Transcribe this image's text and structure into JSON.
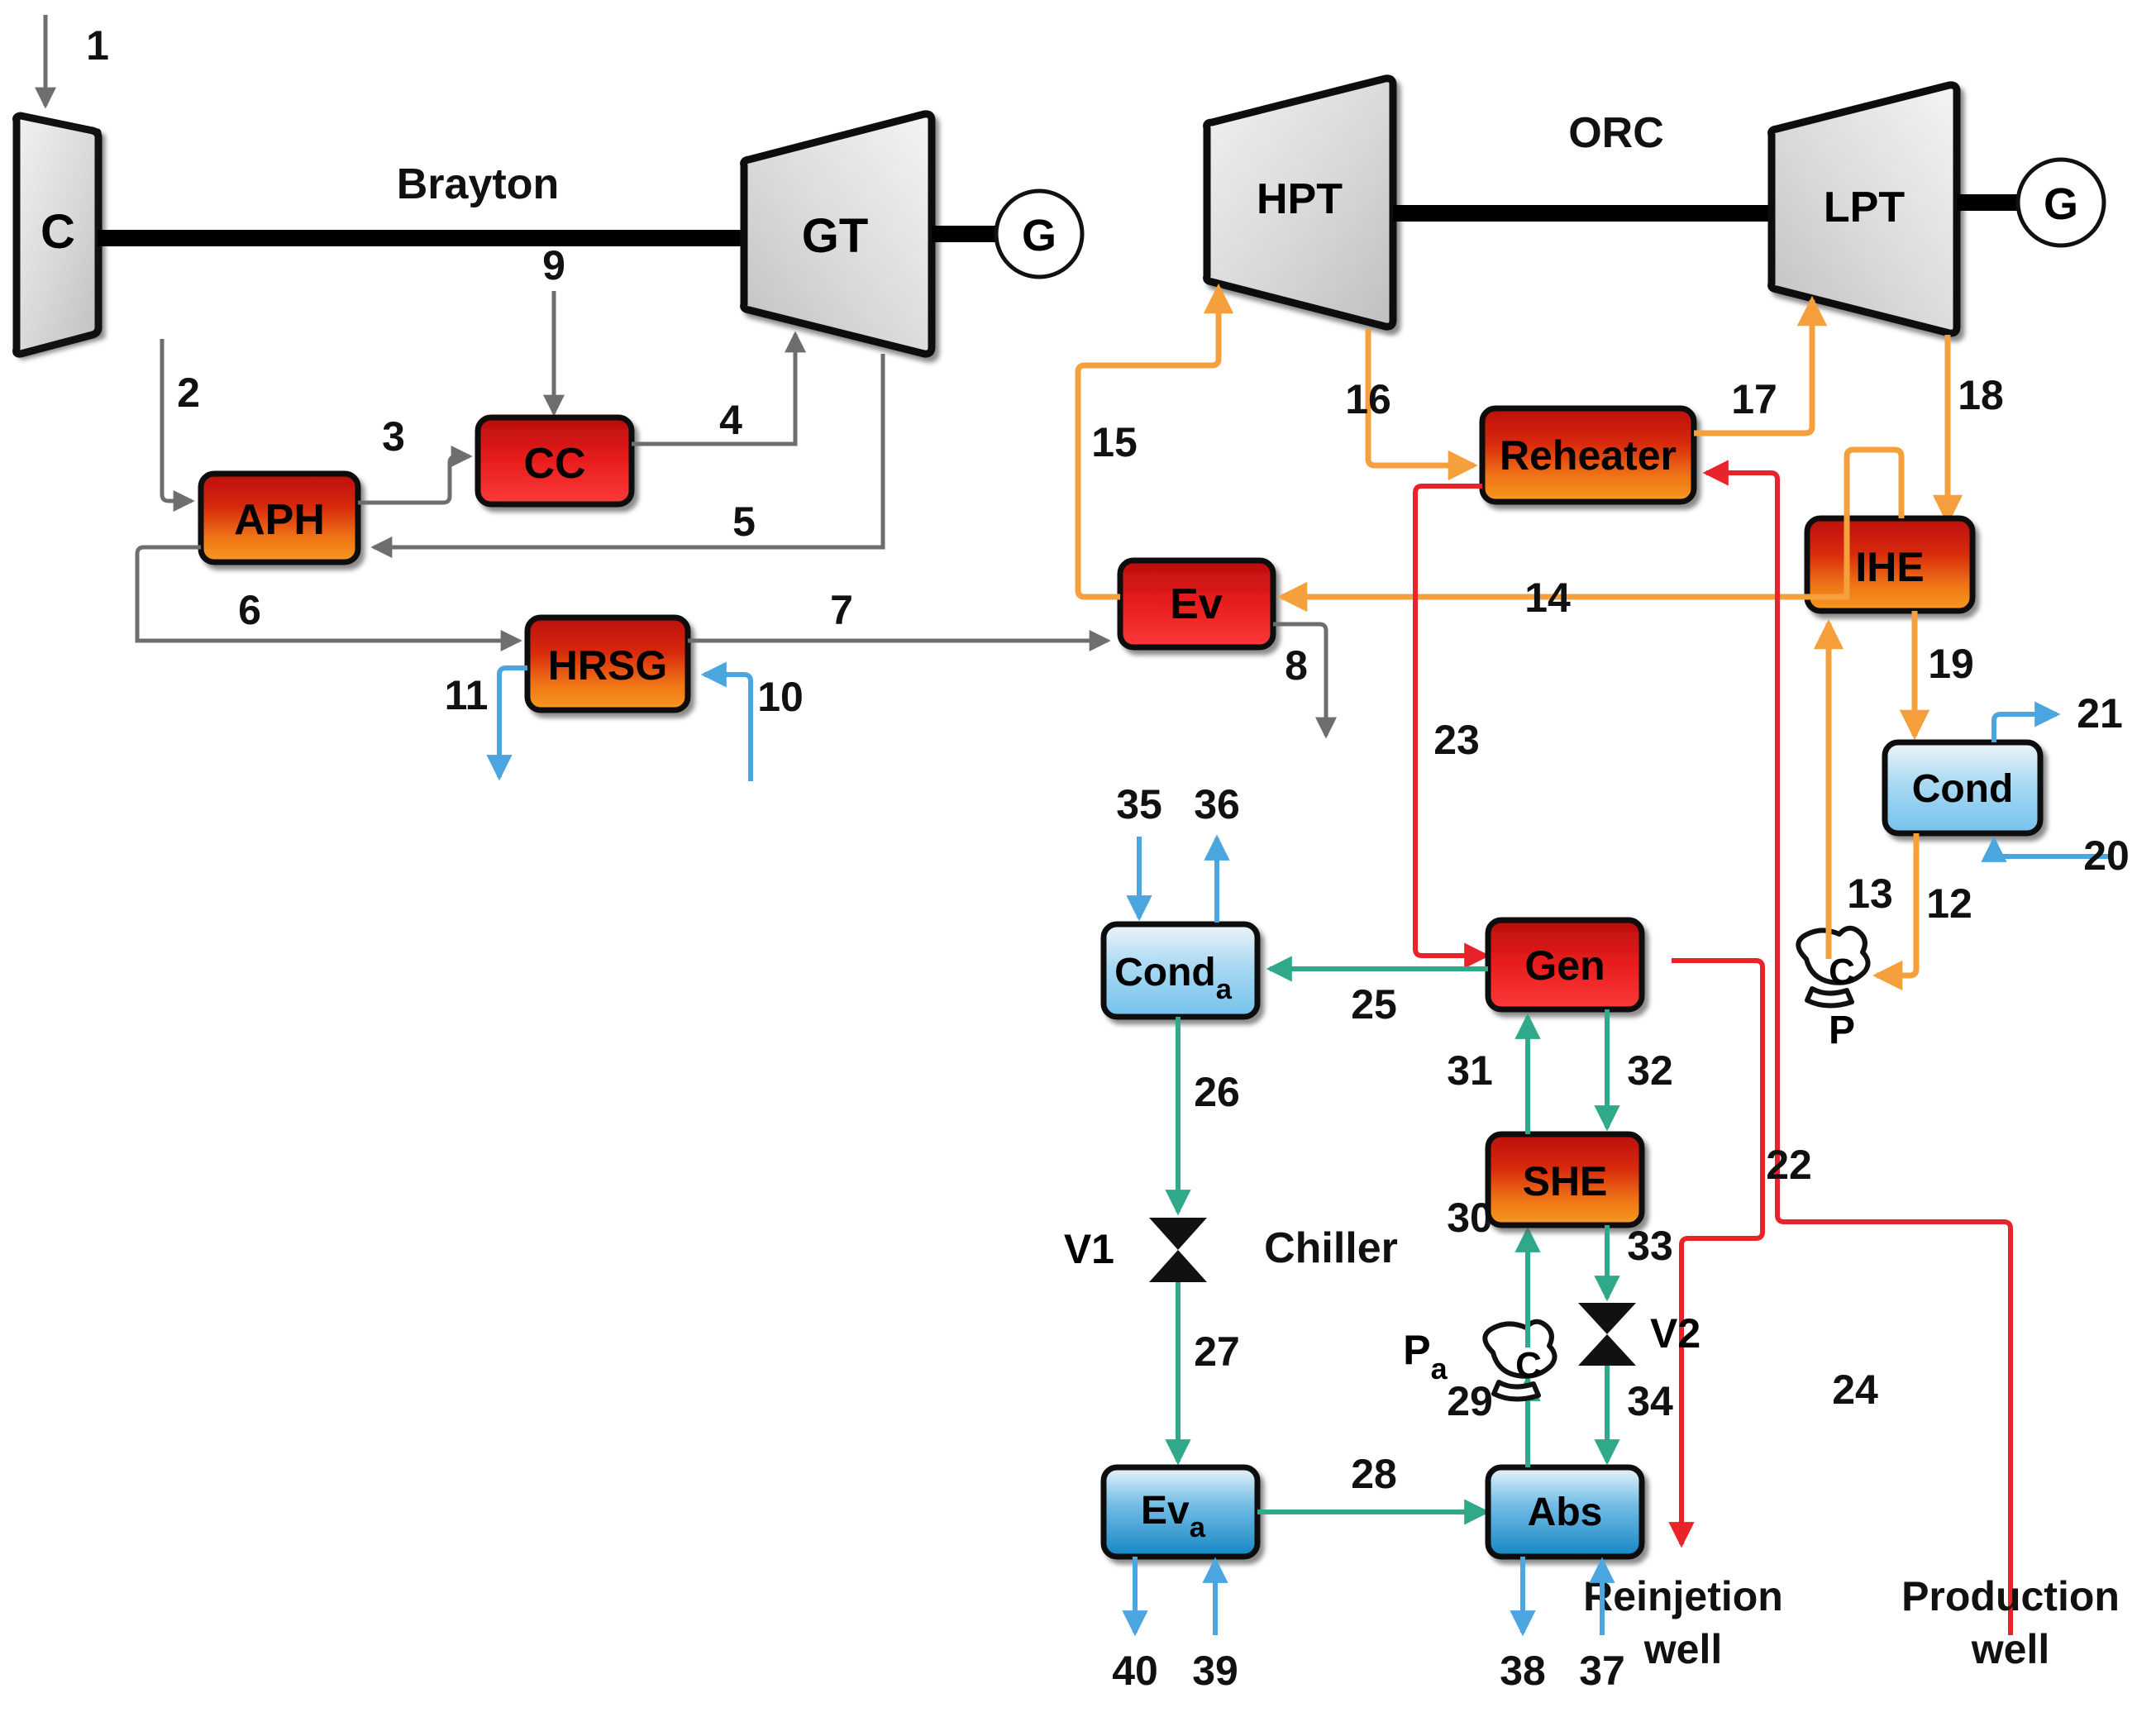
{
  "figure": {
    "title": "Combined Brayton / ORC / Absorption-Chiller geothermal cogeneration plant flow diagram",
    "cycles": [
      {
        "id": "brayton",
        "label": "Brayton"
      },
      {
        "id": "orc",
        "label": "ORC"
      },
      {
        "id": "chiller",
        "label": "Chiller"
      }
    ]
  },
  "components": {
    "compressor": {
      "label": "C",
      "kind": "compressor"
    },
    "gas_turbine": {
      "label": "GT",
      "kind": "turbine"
    },
    "generator_1": {
      "label": "G",
      "kind": "generator"
    },
    "generator_2": {
      "label": "G",
      "kind": "generator"
    },
    "combustor": {
      "label": "CC",
      "kind": "heat-red"
    },
    "air_preheater": {
      "label": "APH",
      "kind": "heat-red-orange"
    },
    "hrsg": {
      "label": "HRSG",
      "kind": "heat-red-orange"
    },
    "evaporator": {
      "label": "Ev",
      "kind": "heat-red"
    },
    "hpt": {
      "label": "HPT",
      "kind": "turbine"
    },
    "lpt": {
      "label": "LPT",
      "kind": "turbine"
    },
    "reheater": {
      "label": "Reheater",
      "kind": "heat-red-orange"
    },
    "ihe": {
      "label": "IHE",
      "kind": "heat-red-orange"
    },
    "condenser": {
      "label": "Cond",
      "kind": "cold-blue"
    },
    "pump_orc": {
      "label": "P",
      "kind": "pump"
    },
    "generator_abs": {
      "label": "Gen",
      "kind": "heat-red"
    },
    "she": {
      "label": "SHE",
      "kind": "heat-red-orange"
    },
    "cond_a": {
      "label": "Cond",
      "sub": "a",
      "kind": "cold-blue"
    },
    "ev_a": {
      "label": "Ev",
      "sub": "a",
      "kind": "cold-blue"
    },
    "absorber": {
      "label": "Abs",
      "kind": "cold-blue"
    },
    "valve_1": {
      "label": "V1",
      "kind": "valve"
    },
    "valve_2": {
      "label": "V2",
      "kind": "valve"
    },
    "pump_abs": {
      "label": "P",
      "sub": "a",
      "kind": "pump"
    }
  },
  "streams": [
    {
      "n": "1"
    },
    {
      "n": "2"
    },
    {
      "n": "3"
    },
    {
      "n": "4"
    },
    {
      "n": "5"
    },
    {
      "n": "6"
    },
    {
      "n": "7"
    },
    {
      "n": "8"
    },
    {
      "n": "9"
    },
    {
      "n": "10"
    },
    {
      "n": "11"
    },
    {
      "n": "12"
    },
    {
      "n": "13"
    },
    {
      "n": "14"
    },
    {
      "n": "15"
    },
    {
      "n": "16"
    },
    {
      "n": "17"
    },
    {
      "n": "18"
    },
    {
      "n": "19"
    },
    {
      "n": "20"
    },
    {
      "n": "21"
    },
    {
      "n": "22"
    },
    {
      "n": "23"
    },
    {
      "n": "24"
    },
    {
      "n": "25"
    },
    {
      "n": "26"
    },
    {
      "n": "27"
    },
    {
      "n": "28"
    },
    {
      "n": "29"
    },
    {
      "n": "30"
    },
    {
      "n": "31"
    },
    {
      "n": "32"
    },
    {
      "n": "33"
    },
    {
      "n": "34"
    },
    {
      "n": "35"
    },
    {
      "n": "36"
    },
    {
      "n": "37"
    },
    {
      "n": "38"
    },
    {
      "n": "39"
    },
    {
      "n": "40"
    }
  ],
  "stream_labels": {
    "s1": "1",
    "s2": "2",
    "s3": "3",
    "s4": "4",
    "s5": "5",
    "s6": "6",
    "s7": "7",
    "s8": "8",
    "s9": "9",
    "s10": "10",
    "s11": "11",
    "s12": "12",
    "s13": "13",
    "s14": "14",
    "s15": "15",
    "s16": "16",
    "s17": "17",
    "s18": "18",
    "s19": "19",
    "s20": "20",
    "s21": "21",
    "s22": "22",
    "s23": "23",
    "s24": "24",
    "s25": "25",
    "s26": "26",
    "s27": "27",
    "s28": "28",
    "s29": "29",
    "s30": "30",
    "s31": "31",
    "s32": "32",
    "s33": "33",
    "s34": "34",
    "s35": "35",
    "s36": "36",
    "s37": "37",
    "s38": "38",
    "s39": "39",
    "s40": "40"
  },
  "wells": {
    "reinjection_line1": "Reinjetion",
    "reinjection_line2": "well",
    "production_line1": "Production",
    "production_line2": "well"
  },
  "colors": {
    "gas_gray": "#6e6e6e",
    "orc_orange": "#F5A03C",
    "geo_red": "#E8232A",
    "chiller_green": "#2FA98A",
    "water_blue": "#4BA6E0",
    "shaft_black": "#000000",
    "hot_red": "#CC1111",
    "hot_orange": "#F08A1E",
    "cold_blue": "#55B4E8",
    "metal_gray": "#C8C8C8"
  }
}
